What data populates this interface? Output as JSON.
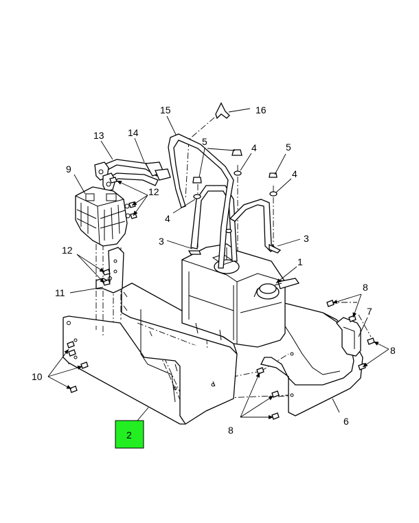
{
  "accent_color": "#22ee22",
  "callouts": {
    "c1": "1",
    "c2": "2",
    "c3a": "3",
    "c3b": "3",
    "c4a": "4",
    "c4b": "4",
    "c4c": "4",
    "c5a": "5",
    "c5b": "5",
    "c6": "6",
    "c7": "7",
    "c8a": "8",
    "c8b": "8",
    "c8c": "8",
    "c9": "9",
    "c10": "10",
    "c11": "11",
    "c12a": "12",
    "c12b": "12",
    "c13": "13",
    "c14": "14",
    "c15": "15",
    "c16": "16"
  }
}
